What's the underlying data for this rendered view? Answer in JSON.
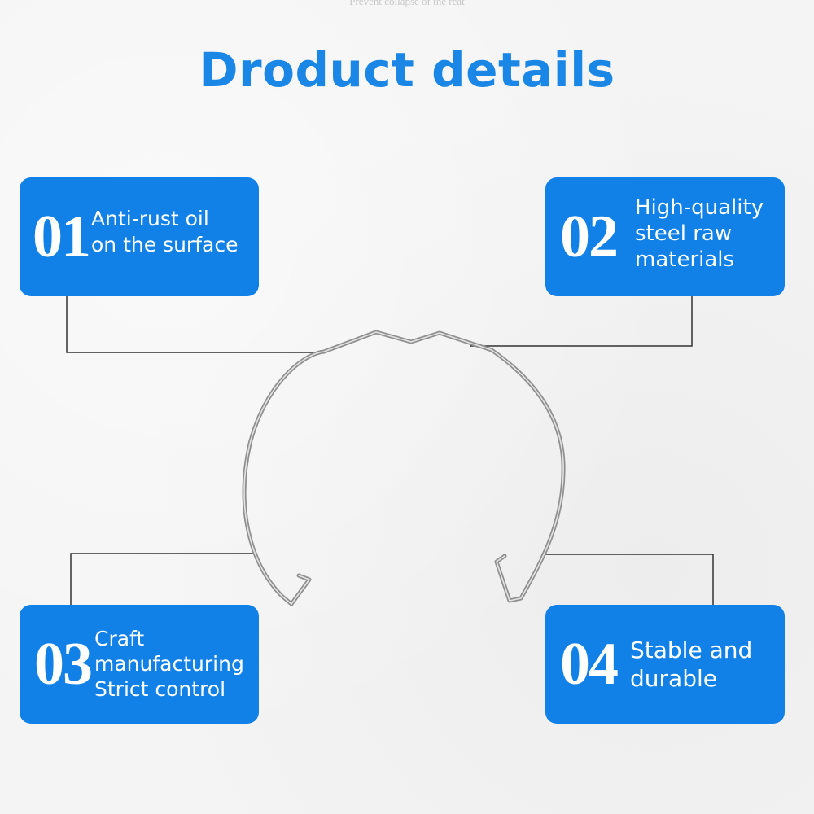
{
  "caption": "Prevent collapse of the reat",
  "title": "Droduct details",
  "features": [
    {
      "number": "01",
      "text": "Anti-rust oil\non the surface"
    },
    {
      "number": "02",
      "text": "High-quality\nsteel raw\nmaterials"
    },
    {
      "number": "03",
      "text": "Craft\nmanufacturing\nStrict control"
    },
    {
      "number": "04",
      "text": "Stable and\ndurable"
    }
  ],
  "colors": {
    "accent": "#1181e8",
    "title": "#1a86e6",
    "background": "#f4f4f4",
    "wire": "#9a9a9a",
    "leader_line": "#333333"
  },
  "product_image": "steel-wire-ring-clip"
}
